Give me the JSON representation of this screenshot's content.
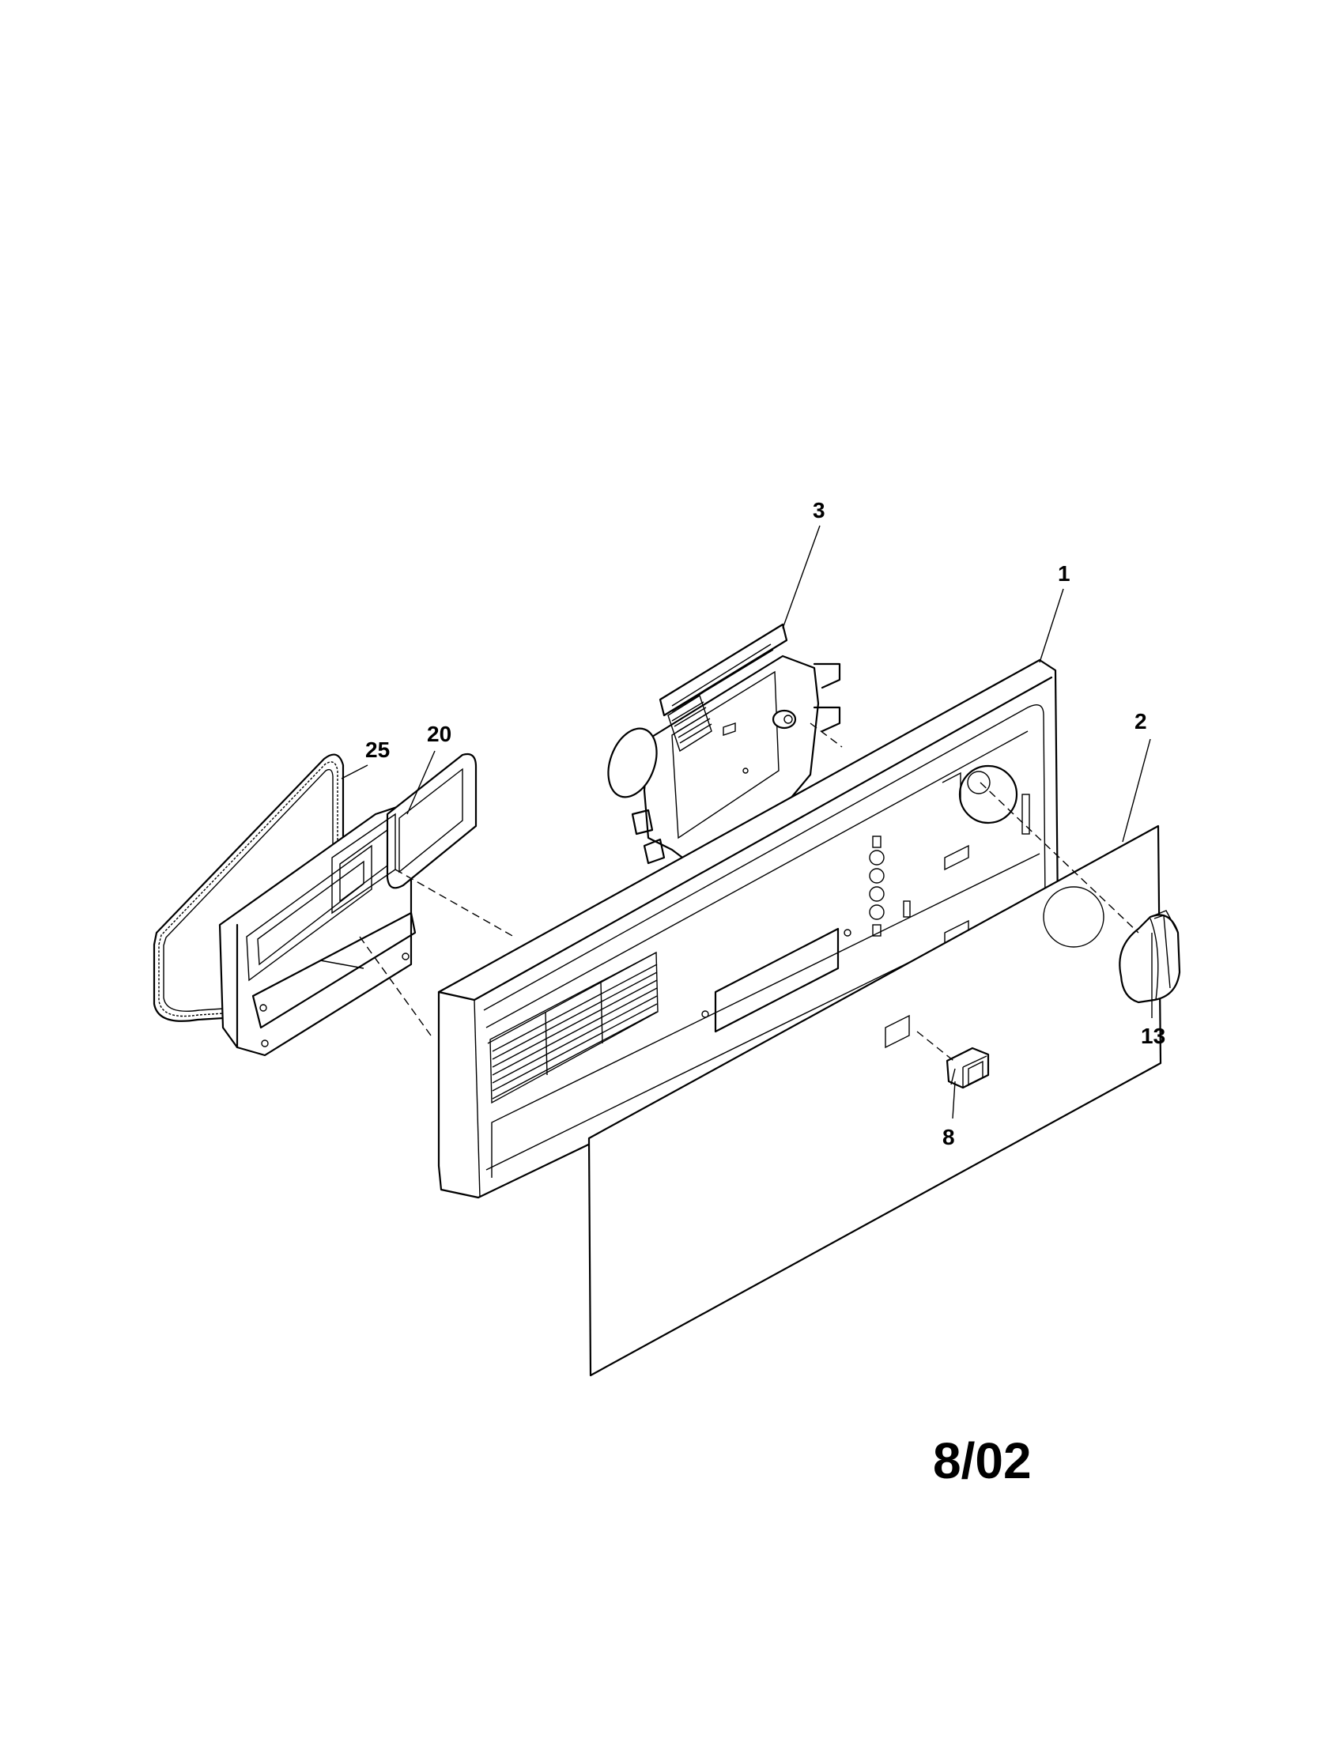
{
  "diagram": {
    "callouts": {
      "p1": "1",
      "p2": "2",
      "p3": "3",
      "p8": "8",
      "p13": "13",
      "p20": "20",
      "p25": "25"
    },
    "date_code": "8/02"
  }
}
